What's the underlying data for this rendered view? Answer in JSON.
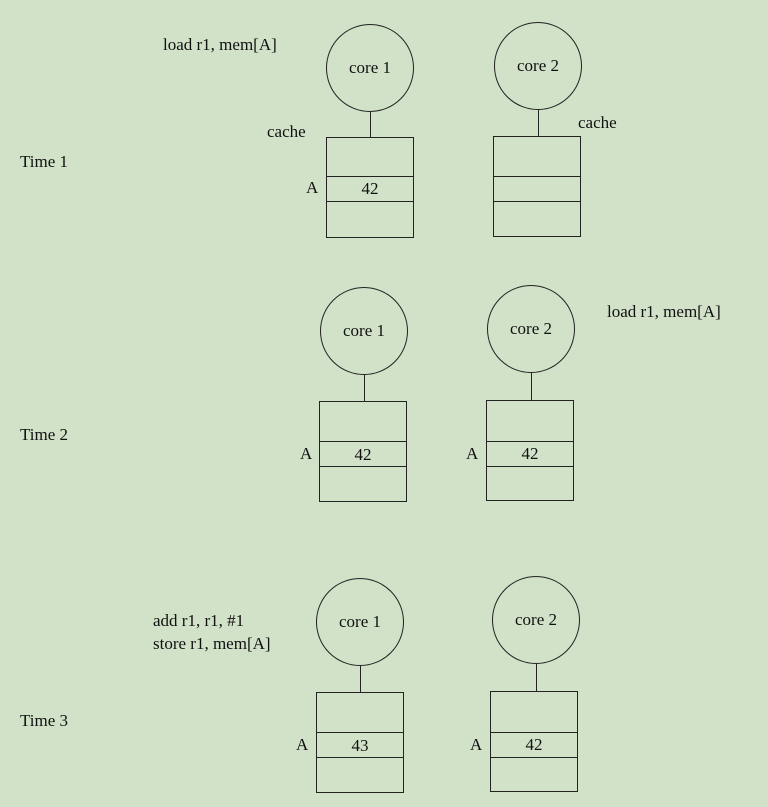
{
  "times": {
    "t1": "Time 1",
    "t2": "Time 2",
    "t3": "Time 3"
  },
  "instructions": {
    "t1_core1": "load r1, mem[A]",
    "t2_core2": "load r1, mem[A]",
    "t3_core1_line1": "add r1, r1, #1",
    "t3_core1_line2": "store r1, mem[A]"
  },
  "labels": {
    "cache": "cache",
    "core1": "core 1",
    "core2": "core 2",
    "address": "A"
  },
  "values": {
    "t1_core1": "42",
    "t1_core2": "",
    "t2_core1": "42",
    "t2_core2": "42",
    "t3_core1": "43",
    "t3_core2": "42"
  }
}
